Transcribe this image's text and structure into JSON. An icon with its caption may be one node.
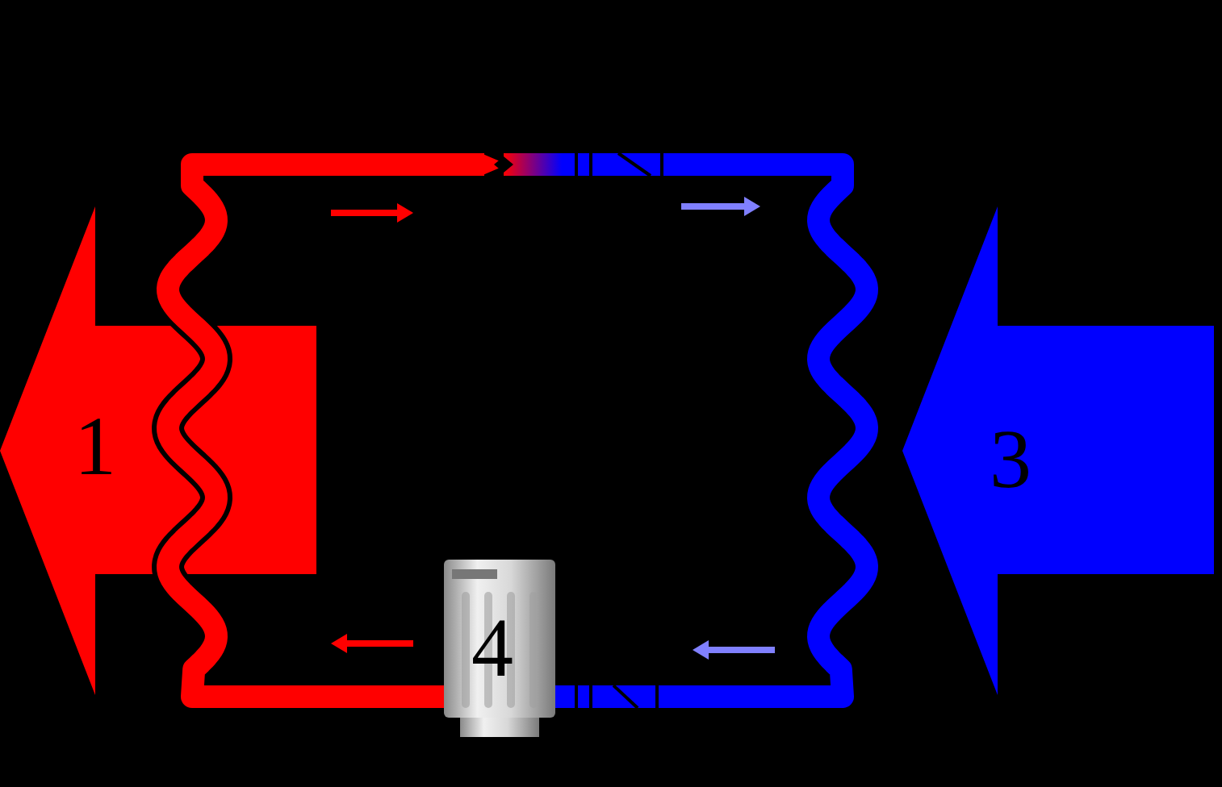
{
  "diagram": {
    "nodes": [
      {
        "text": [
          "1"
        ]
      },
      {
        "text": [
          "3"
        ]
      },
      {
        "text": [
          "4"
        ]
      }
    ]
  }
}
